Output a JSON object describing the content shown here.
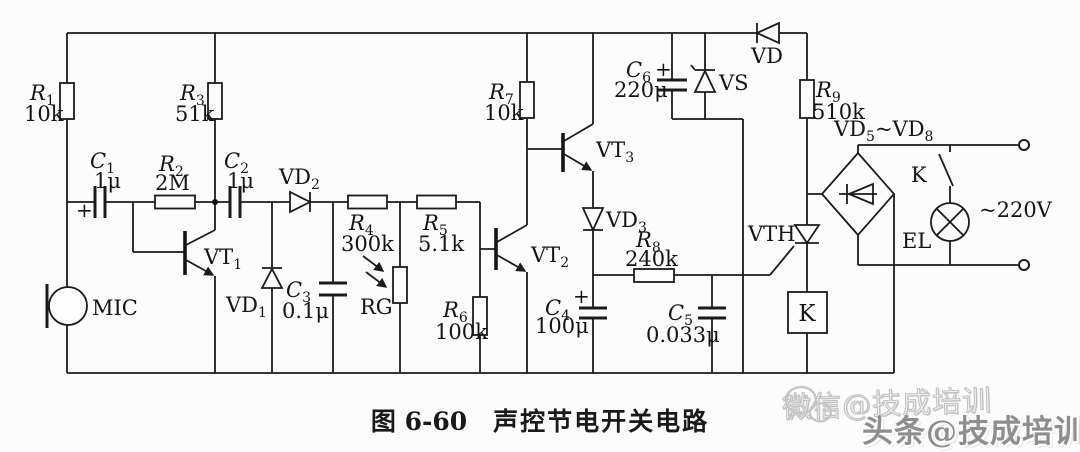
{
  "caption": {
    "figure_number": "图 6-60",
    "title": "声控节电开关电路"
  },
  "watermarks": {
    "wechat_text": "微信@技成培训",
    "toutiao_text": "头条@技成培训"
  },
  "icons": {
    "wechat": "wechat-chat-bubbles"
  },
  "colors": {
    "line": "#1b1b1b",
    "paper": "#fcfcfc",
    "watermark_gray": "#8e8e8e"
  },
  "components": {
    "r1": {
      "letter": "R",
      "sub": "1",
      "value": "10k"
    },
    "r2": {
      "letter": "R",
      "sub": "2",
      "value": "2M"
    },
    "r3": {
      "letter": "R",
      "sub": "3",
      "value": "51k"
    },
    "r4": {
      "letter": "R",
      "sub": "4",
      "value": "300k"
    },
    "r5": {
      "letter": "R",
      "sub": "5",
      "value": "5.1k"
    },
    "r6": {
      "letter": "R",
      "sub": "6",
      "value": "100k"
    },
    "r7": {
      "letter": "R",
      "sub": "7",
      "value": "10k"
    },
    "r8": {
      "letter": "R",
      "sub": "8",
      "value": "240k"
    },
    "r9": {
      "letter": "R",
      "sub": "9",
      "value": "510k"
    },
    "c1": {
      "letter": "C",
      "sub": "1",
      "value": "1μ",
      "polarity": "+"
    },
    "c2": {
      "letter": "C",
      "sub": "2",
      "value": "1μ"
    },
    "c3": {
      "letter": "C",
      "sub": "3",
      "value": "0.1μ"
    },
    "c4": {
      "letter": "C",
      "sub": "4",
      "value": "100μ",
      "polarity": "+"
    },
    "c5": {
      "letter": "C",
      "sub": "5",
      "value": "0.033μ"
    },
    "c6": {
      "letter": "C",
      "sub": "6",
      "value": "220μ",
      "polarity": "+"
    },
    "vd1": {
      "letter": "VD",
      "sub": "1"
    },
    "vd2": {
      "letter": "VD",
      "sub": "2"
    },
    "vd3": {
      "letter": "VD",
      "sub": "3"
    },
    "vd": {
      "label": "VD"
    },
    "vd5_vd8": {
      "p1": "VD",
      "s1": "5",
      "p2": "~VD",
      "s2": "8"
    },
    "vs": {
      "label": "VS"
    },
    "vth": {
      "label": "VTH"
    },
    "vt1": {
      "letter": "VT",
      "sub": "1"
    },
    "vt2": {
      "letter": "VT",
      "sub": "2"
    },
    "vt3": {
      "letter": "VT",
      "sub": "3"
    },
    "mic": {
      "label": "MIC"
    },
    "rg": {
      "label": "RG"
    },
    "relay_coil": {
      "label": "K"
    },
    "relay_contact": {
      "label": "K"
    },
    "lamp": {
      "label": "EL"
    },
    "mains": {
      "label": "~220V"
    }
  }
}
